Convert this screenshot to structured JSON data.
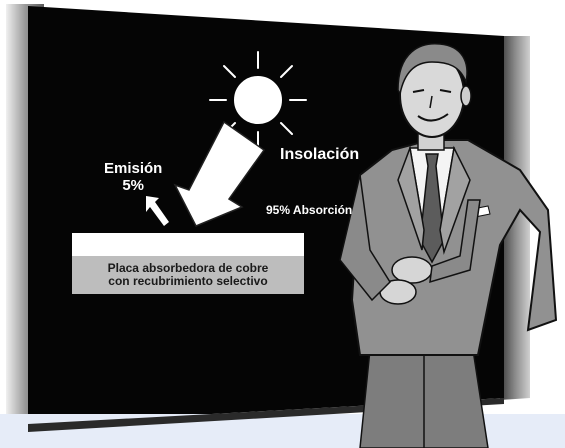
{
  "diagram": {
    "emission_label": "Emisión",
    "emission_value": "5%",
    "insolation_label": "Insolación",
    "absorption_label": "95% Absorción",
    "plate_label_line1": "Placa absorbedora de cobre",
    "plate_label_line2": "con recubrimiento selectivo"
  },
  "colors": {
    "board": "#050505",
    "frame_light": "#d9d9d9",
    "frame_dark": "#7a7a7a",
    "plate_gray": "#bdbdbd",
    "footer_strip": "#e6ecf8",
    "suit": "#8f8f8f"
  },
  "icons": [
    "sun-icon",
    "incoming-arrow-icon",
    "emission-arrow-icon",
    "presenter-figure"
  ]
}
